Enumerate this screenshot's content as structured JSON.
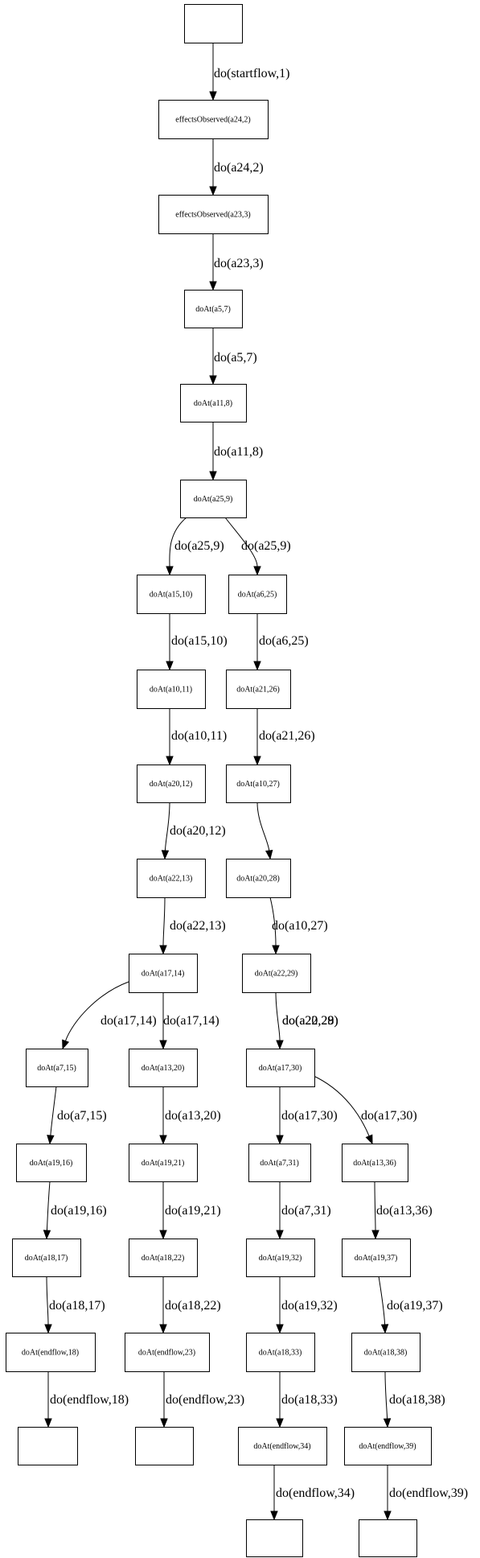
{
  "nodes": [
    {
      "id": "start",
      "label": ""
    },
    {
      "id": "n_eo24",
      "label": "effectsObserved(a24,2)"
    },
    {
      "id": "n_eo23",
      "label": "effectsObserved(a23,3)"
    },
    {
      "id": "n_a5",
      "label": "doAt(a5,7)"
    },
    {
      "id": "n_a11",
      "label": "doAt(a11,8)"
    },
    {
      "id": "n_a25",
      "label": "doAt(a25,9)"
    },
    {
      "id": "n_a15",
      "label": "doAt(a15,10)"
    },
    {
      "id": "n_a6",
      "label": "doAt(a6,25)"
    },
    {
      "id": "n_a10_11",
      "label": "doAt(a10,11)"
    },
    {
      "id": "n_a21",
      "label": "doAt(a21,26)"
    },
    {
      "id": "n_a20_12",
      "label": "doAt(a20,12)"
    },
    {
      "id": "n_a10_27",
      "label": "doAt(a10,27)"
    },
    {
      "id": "n_a22_13",
      "label": "doAt(a22,13)"
    },
    {
      "id": "n_a20_28",
      "label": "doAt(a20,28)"
    },
    {
      "id": "n_a17_14",
      "label": "doAt(a17,14)"
    },
    {
      "id": "n_a22_29",
      "label": "doAt(a22,29)"
    },
    {
      "id": "n_a7_15",
      "label": "doAt(a7,15)"
    },
    {
      "id": "n_a13_20",
      "label": "doAt(a13,20)"
    },
    {
      "id": "n_a17_30",
      "label": "doAt(a17,30)"
    },
    {
      "id": "n_a19_16",
      "label": "doAt(a19,16)"
    },
    {
      "id": "n_a19_21",
      "label": "doAt(a19,21)"
    },
    {
      "id": "n_a7_31",
      "label": "doAt(a7,31)"
    },
    {
      "id": "n_a13_36",
      "label": "doAt(a13,36)"
    },
    {
      "id": "n_a18_17",
      "label": "doAt(a18,17)"
    },
    {
      "id": "n_a18_22",
      "label": "doAt(a18,22)"
    },
    {
      "id": "n_a19_32",
      "label": "doAt(a19,32)"
    },
    {
      "id": "n_a19_37",
      "label": "doAt(a19,37)"
    },
    {
      "id": "n_end18",
      "label": "doAt(endflow,18)"
    },
    {
      "id": "n_end23",
      "label": "doAt(endflow,23)"
    },
    {
      "id": "n_a18_33",
      "label": "doAt(a18,33)"
    },
    {
      "id": "n_a18_38",
      "label": "doAt(a18,38)"
    },
    {
      "id": "t18",
      "label": ""
    },
    {
      "id": "t23",
      "label": ""
    },
    {
      "id": "n_end34",
      "label": "doAt(endflow,34)"
    },
    {
      "id": "n_end39",
      "label": "doAt(endflow,39)"
    },
    {
      "id": "t34",
      "label": ""
    },
    {
      "id": "t39",
      "label": ""
    }
  ],
  "edges": [
    {
      "from": "start",
      "to": "n_eo24",
      "label": "do(startflow,1)"
    },
    {
      "from": "n_eo24",
      "to": "n_eo23",
      "label": "do(a24,2)"
    },
    {
      "from": "n_eo23",
      "to": "n_a5",
      "label": "do(a23,3)"
    },
    {
      "from": "n_a5",
      "to": "n_a11",
      "label": "do(a5,7)"
    },
    {
      "from": "n_a11",
      "to": "n_a25",
      "label": "do(a11,8)"
    },
    {
      "from": "n_a25",
      "to": "n_a15",
      "label": "do(a25,9)"
    },
    {
      "from": "n_a25",
      "to": "n_a6",
      "label": "do(a25,9)"
    },
    {
      "from": "n_a15",
      "to": "n_a10_11",
      "label": "do(a15,10)"
    },
    {
      "from": "n_a6",
      "to": "n_a21",
      "label": "do(a6,25)"
    },
    {
      "from": "n_a10_11",
      "to": "n_a20_12",
      "label": "do(a10,11)"
    },
    {
      "from": "n_a21",
      "to": "n_a10_27",
      "label": "do(a21,26)"
    },
    {
      "from": "n_a20_12",
      "to": "n_a22_13",
      "label": "do(a20,12)"
    },
    {
      "from": "n_a10_27",
      "to": "n_a20_28",
      "label": "do(a10,27)"
    },
    {
      "from": "n_a22_13",
      "to": "n_a17_14",
      "label": "do(a22,13)"
    },
    {
      "from": "n_a20_28",
      "to": "n_a22_29",
      "label": "do(a20,28)"
    },
    {
      "from": "n_a17_14",
      "to": "n_a7_15",
      "label": "do(a17,14)"
    },
    {
      "from": "n_a17_14",
      "to": "n_a13_20",
      "label": "do(a17,14)"
    },
    {
      "from": "n_a22_29",
      "to": "n_a17_30",
      "label": "do(a22,29)"
    },
    {
      "from": "n_a7_15",
      "to": "n_a19_16",
      "label": "do(a7,15)"
    },
    {
      "from": "n_a13_20",
      "to": "n_a19_21",
      "label": "do(a13,20)"
    },
    {
      "from": "n_a17_30",
      "to": "n_a7_31",
      "label": "do(a17,30)"
    },
    {
      "from": "n_a17_30",
      "to": "n_a13_36",
      "label": "do(a17,30)"
    },
    {
      "from": "n_a19_16",
      "to": "n_a18_17",
      "label": "do(a19,16)"
    },
    {
      "from": "n_a19_21",
      "to": "n_a18_22",
      "label": "do(a19,21)"
    },
    {
      "from": "n_a7_31",
      "to": "n_a19_32",
      "label": "do(a7,31)"
    },
    {
      "from": "n_a13_36",
      "to": "n_a19_37",
      "label": "do(a13,36)"
    },
    {
      "from": "n_a18_17",
      "to": "n_end18",
      "label": "do(a18,17)"
    },
    {
      "from": "n_a18_22",
      "to": "n_end23",
      "label": "do(a18,22)"
    },
    {
      "from": "n_a19_32",
      "to": "n_a18_33",
      "label": "do(a19,32)"
    },
    {
      "from": "n_a19_37",
      "to": "n_a18_38",
      "label": "do(a19,37)"
    },
    {
      "from": "n_end18",
      "to": "t18",
      "label": "do(endflow,18)"
    },
    {
      "from": "n_end23",
      "to": "t23",
      "label": "do(endflow,23)"
    },
    {
      "from": "n_a18_33",
      "to": "n_end34",
      "label": "do(a18,33)"
    },
    {
      "from": "n_a18_38",
      "to": "n_end39",
      "label": "do(a18,38)"
    },
    {
      "from": "n_end34",
      "to": "t34",
      "label": "do(endflow,34)"
    },
    {
      "from": "n_end39",
      "to": "t39",
      "label": "do(endflow,39)"
    }
  ]
}
